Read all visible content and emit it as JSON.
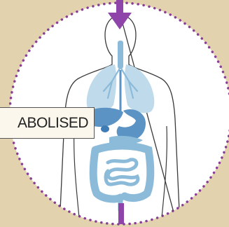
{
  "label": {
    "text": "ABOLISED"
  },
  "colors": {
    "background": "#e2d2ae",
    "circle_fill": "#ffffff",
    "dotted_border": "#8a3f96",
    "arrow": "#8e44a8",
    "body_outline": "#3a3a3a",
    "organ_light": "#bfdaea",
    "organ_mid": "#8cbbd9",
    "organ_dark": "#5b93c4"
  },
  "icons": [
    "down-arrow-icon",
    "human-body-outline",
    "digestive-organs-illustration"
  ]
}
